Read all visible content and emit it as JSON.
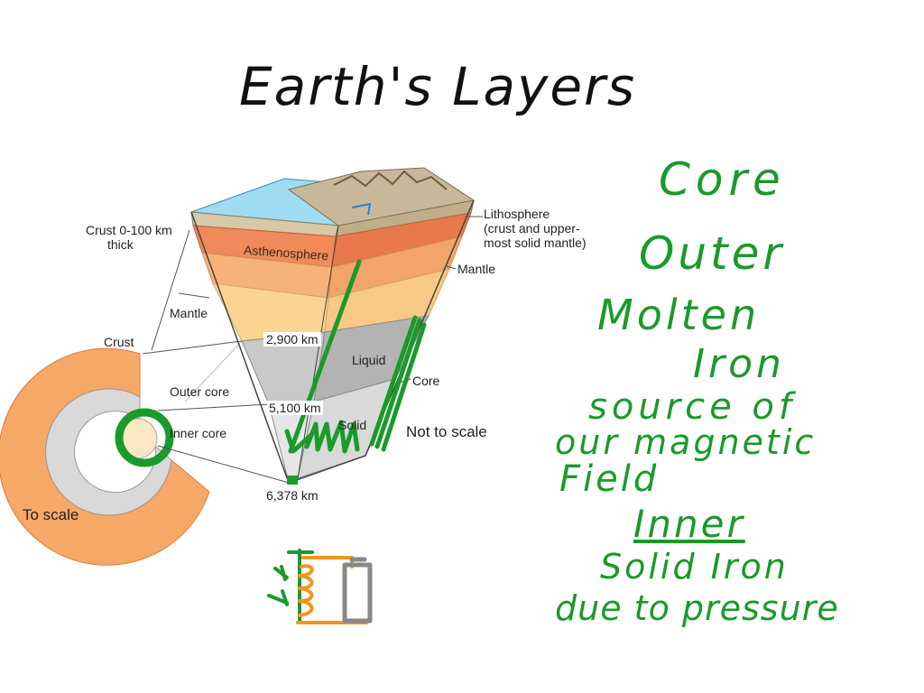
{
  "title": "Earth's Layers",
  "diagram": {
    "labels": {
      "crust_thickness_line1": "Crust 0-100 km",
      "crust_thickness_line2": "thick",
      "mantle_left": "Mantle",
      "crust": "Crust",
      "outer_core": "Outer core",
      "inner_core": "Inner core",
      "to_scale": "To scale",
      "asthenosphere": "Asthenosphere",
      "depth_2900": "2,900 km",
      "depth_5100": "5,100 km",
      "depth_6378": "6,378 km",
      "liquid": "Liquid",
      "solid": "Solid",
      "lithosphere_line1": "Lithosphere",
      "lithosphere_line2": "(crust and upper-",
      "lithosphere_line3": "most solid mantle)",
      "mantle_right": "Mantle",
      "core": "Core",
      "not_to_scale": "Not to scale"
    }
  },
  "notes": {
    "line1": "Core",
    "line2": "Outer",
    "line3": "Molten",
    "line4": "Iron",
    "line5": "source of",
    "line6": "our magnetic",
    "line7": "Field",
    "line8": "Inner",
    "line9": "Solid Iron",
    "line10": "due to pressure"
  },
  "colors": {
    "annotation_green": "#1a9a2a",
    "crust_orange": "#f08a5a",
    "mantle_peach": "#fbc98e",
    "core_gray": "#bdbdbd",
    "ocean_blue": "#8fd3ef",
    "coil_orange": "#f0961e"
  }
}
